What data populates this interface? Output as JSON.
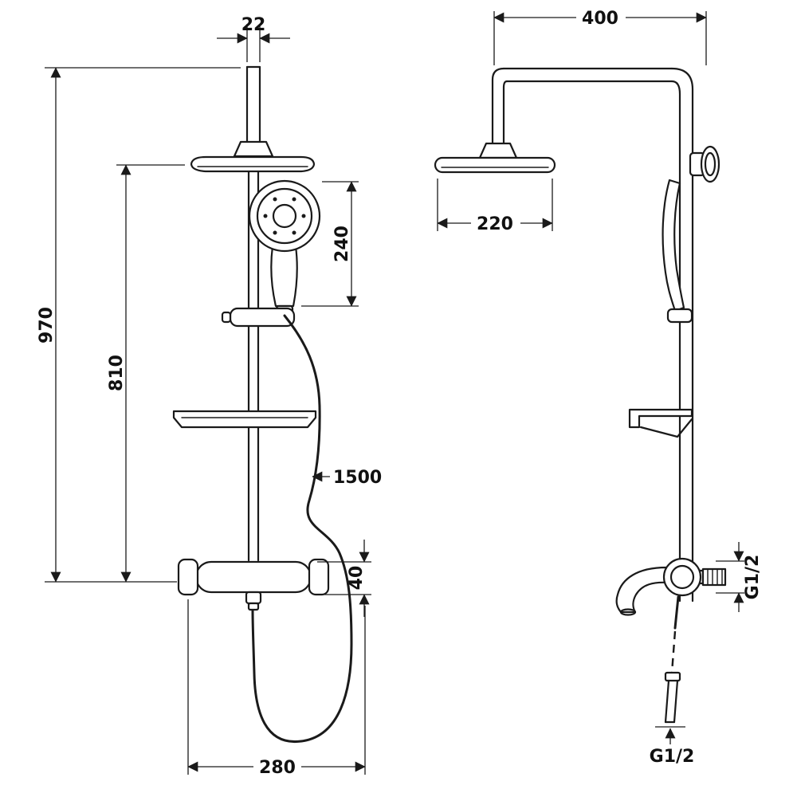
{
  "drawing": {
    "subject": "Shower column set technical dimension drawing",
    "dims": {
      "pipe_width": "22",
      "overall_height": "970",
      "rail_height": "810",
      "hand_shower_length": "240",
      "hose_length": "1500",
      "mixer_size": "40",
      "mixer_spacing": "280",
      "arm_reach": "400",
      "head_diameter": "220",
      "thread_side": "G1/2",
      "thread_bottom": "G1/2"
    }
  }
}
